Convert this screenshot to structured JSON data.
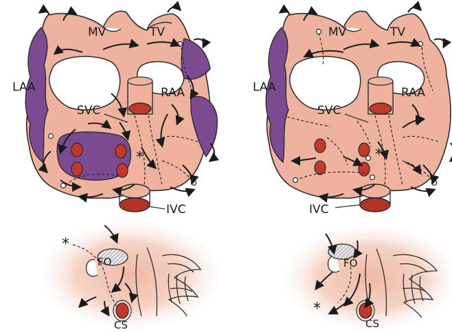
{
  "colors": {
    "tissue": "#eeb39f",
    "tissue_stroke": "#2b2b2b",
    "appendage": "#7b4a91",
    "vein_fill": "#c0392b",
    "vein_dark": "#8e1f17",
    "halo": "#f4c7b5",
    "hatch": "#b5b5b5"
  },
  "left_panel": {
    "labels": {
      "laa": "LAA",
      "mv": "MV",
      "tv": "TV",
      "raa": "RAA",
      "svc": "SVC",
      "ivc": "IVC",
      "star": "*"
    }
  },
  "right_panel": {
    "labels": {
      "laa": "LAA",
      "mv": "MV",
      "tv": "TV",
      "raa": "RAA",
      "svc": "SVC",
      "ivc": "IVC",
      "star": "*"
    }
  },
  "bottom_left": {
    "labels": {
      "fo": "FO",
      "cs": "CS",
      "star": "*"
    }
  },
  "bottom_right": {
    "labels": {
      "fo": "FO",
      "cs": "CS",
      "star": "*"
    }
  },
  "icons": [
    "arrow-icon",
    "hatched-fossa-icon"
  ]
}
